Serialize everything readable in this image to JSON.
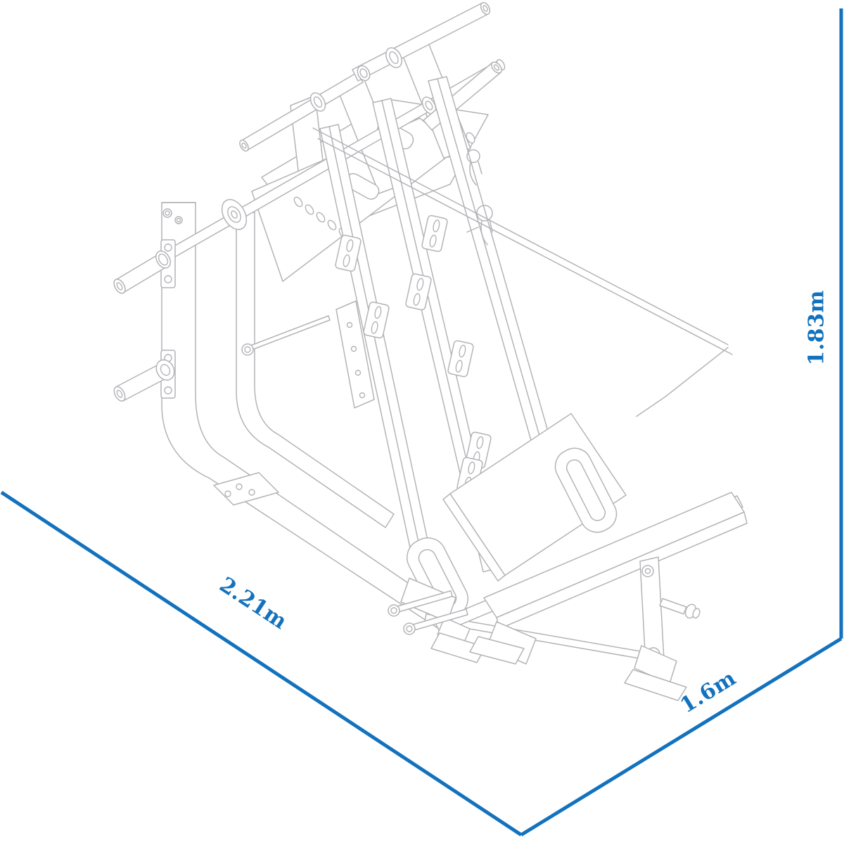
{
  "diagram": {
    "subject": "leg-press machine isometric outline drawing with footprint and height dimensions",
    "dimensions": {
      "width": {
        "label": "2.21m"
      },
      "depth": {
        "label": "1.6m"
      },
      "height": {
        "label": "1.83m"
      }
    },
    "colors": {
      "dimension": "#1372BD",
      "outline": "#B4B4B8",
      "background": "#FFFFFF"
    }
  }
}
